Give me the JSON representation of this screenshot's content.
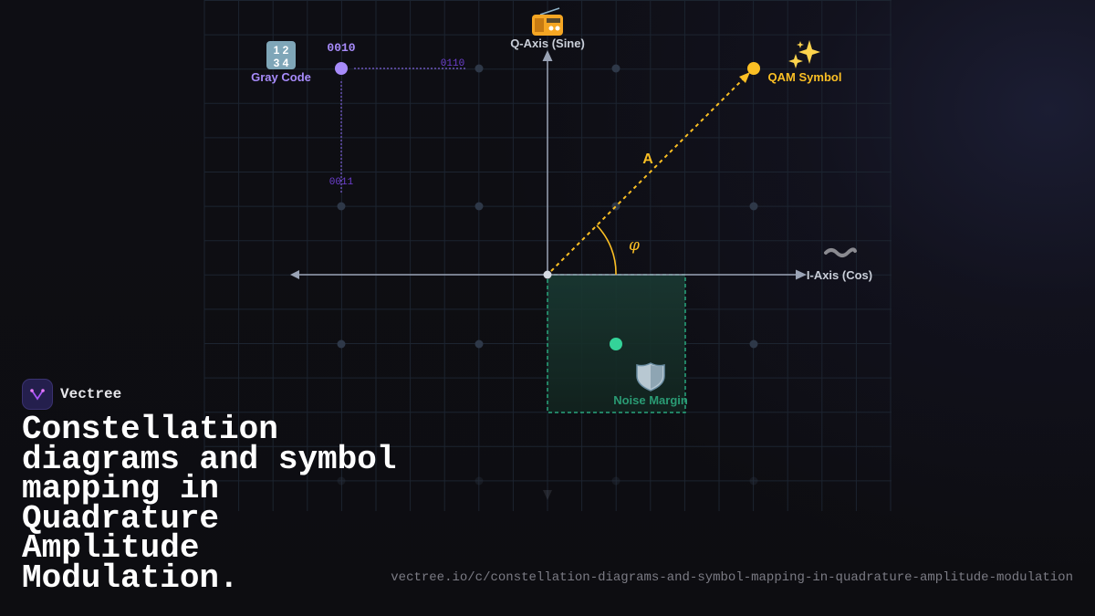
{
  "brand": {
    "name": "Vectree",
    "logo_icon": "vectree-logo-icon"
  },
  "title": "Constellation diagrams and symbol mapping in Quadrature Amplitude Modulation.",
  "url": "vectree.io/c/constellation-diagrams-and-symbol-mapping-in-quadrature-amplitude-modulation",
  "diagram": {
    "q_axis_label": "Q-Axis (Sine)",
    "i_axis_label": "I-Axis (Cos)",
    "gray_code_label": "Gray Code",
    "gray_code_value": "0010",
    "neighbor_right_code": "0110",
    "neighbor_below_code": "0011",
    "qam_symbol_label": "QAM Symbol",
    "amplitude_label": "A",
    "phase_label": "φ",
    "noise_margin_label": "Noise Margin",
    "icons": {
      "q_axis": "radio-icon",
      "gray_code": "input-numbers-icon",
      "qam_symbol": "sparkles-icon",
      "i_axis": "wavy-dash-icon",
      "noise_margin": "shield-icon"
    },
    "colors": {
      "gray_code": "#a78bfa",
      "qam_symbol": "#fbbf24",
      "noise_margin": "#34d399",
      "axis": "#9aa3b5",
      "point": "#2e3848"
    }
  }
}
